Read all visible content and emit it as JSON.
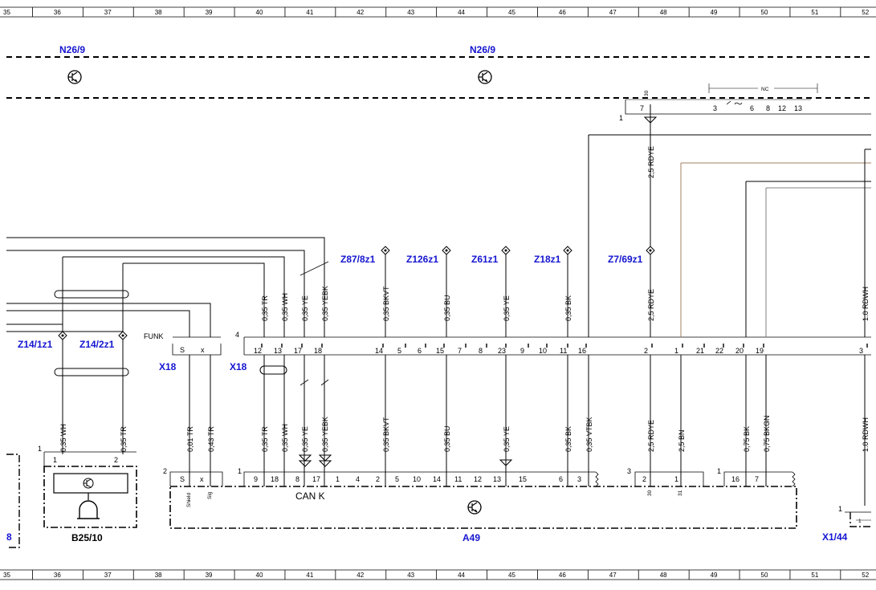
{
  "ruler": {
    "columns": [
      "35",
      "36",
      "37",
      "38",
      "39",
      "40",
      "41",
      "42",
      "43",
      "44",
      "45",
      "46",
      "47",
      "48",
      "49",
      "50",
      "51",
      "52"
    ]
  },
  "components": {
    "n26_9_left": "N26/9",
    "n26_9_right": "N26/9",
    "b25_10": "B25/10",
    "a49": "A49",
    "x1_44": "X1/44",
    "x18_left": "X18",
    "x18_right": "X18",
    "funk": "FUNK",
    "can_k": "CAN K",
    "left_edge_number": "8",
    "nc": "NC"
  },
  "splices": [
    "Z14/1z1",
    "Z14/2z1",
    "Z87/8z1",
    "Z126z1",
    "Z61z1",
    "Z18z1",
    "Z7/69z1"
  ],
  "wires_upper": [
    "0,35 TR",
    "0,35 WH",
    "0,35 YE",
    "0,35 YEBK",
    "0,35 BKVT",
    "0,35 BU",
    "0,35 YE",
    "0,35 BK",
    "2,5 RDYE",
    "1.0 RDWH"
  ],
  "wires_lower": [
    "0,35 WH",
    "0,35 TR",
    "0,01 TR",
    "0,43 TR",
    "0,35 TR",
    "0,35 WH",
    "0,35 YE",
    "0,35 YEBK",
    "0,35 BKVT",
    "0,35 BU",
    "0,35 YE",
    "0,35 BK",
    "0,35 VTBK",
    "2,5 RDYE",
    "2,5 BN",
    "0,75 BK",
    "0,75 BKGN",
    "1.0 RDWH"
  ],
  "wire_top_rdye": "2,5 RDYE",
  "connector_main_pins": [
    "12",
    "13",
    "17",
    "18",
    "14",
    "5",
    "6",
    "15",
    "7",
    "8",
    "23",
    "9",
    "10",
    "11",
    "16",
    "2",
    "1",
    "21",
    "22",
    "20",
    "19",
    "3"
  ],
  "connector_main_number": "4",
  "connector_top_pins": [
    "7",
    "3",
    "6",
    "8",
    "12",
    "13"
  ],
  "connector_top_number": "1",
  "connector_top_pin30": "30",
  "x18_pins": [
    "S",
    "x"
  ],
  "a49_conn1_pins": [
    "9",
    "18",
    "8",
    "17",
    "1",
    "4",
    "2",
    "5",
    "10",
    "14",
    "11",
    "12",
    "13",
    "15",
    "6",
    "3"
  ],
  "a49_conn1_number": "1",
  "a49_conn2_pins": [
    "S",
    "x"
  ],
  "a49_conn2_number": "2",
  "a49_conn2_sub": [
    "Shield",
    "Sig"
  ],
  "a49_conn3_pins": [
    "2",
    "1"
  ],
  "a49_conn3_number": "3",
  "a49_conn3_sub": [
    "30",
    "31"
  ],
  "a49_conn4_pins": [
    "16",
    "7"
  ],
  "a49_conn4_number": "1",
  "b25_pins": [
    "1",
    "2"
  ],
  "b25_number": "1",
  "x144_number": "1",
  "x144_pin": "1"
}
